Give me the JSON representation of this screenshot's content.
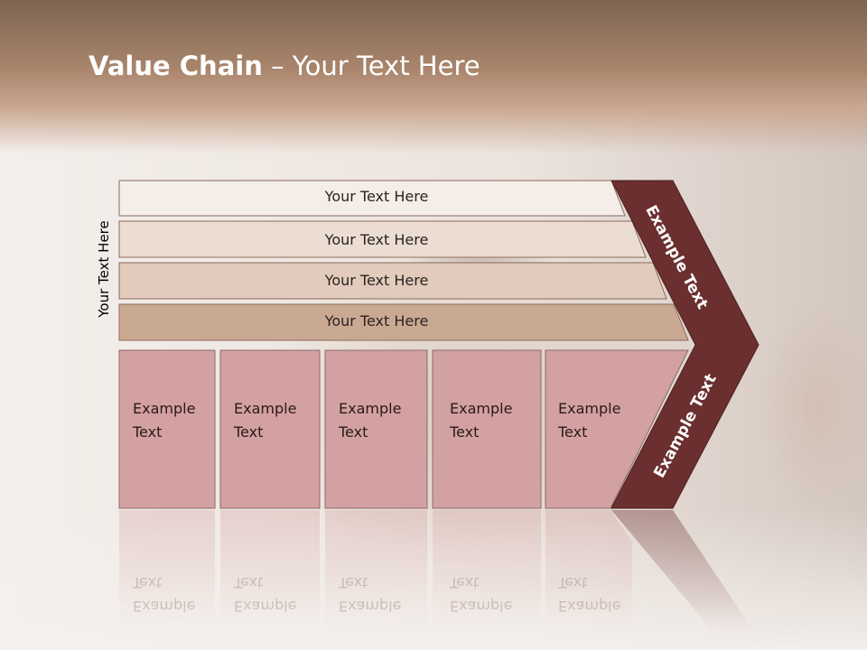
{
  "title": {
    "bold": "Value Chain",
    "rest": " – Your Text Here"
  },
  "side_label": "Your Text Here",
  "bars": [
    {
      "label": "Your Text Here",
      "fill": "#f4ede8"
    },
    {
      "label": "Your Text Here",
      "fill": "#ecddd3"
    },
    {
      "label": "Your Text Here",
      "fill": "#e2cbbd"
    },
    {
      "label": "Your Text Here",
      "fill": "#caa993"
    }
  ],
  "boxes": [
    {
      "line1": "Example",
      "line2": "Text"
    },
    {
      "line1": "Example",
      "line2": "Text"
    },
    {
      "line1": "Example",
      "line2": "Text"
    },
    {
      "line1": "Example",
      "line2": "Text"
    },
    {
      "line1": "Example",
      "line2": "Text"
    }
  ],
  "arrow_upper": "Example Text",
  "arrow_lower": "Example Text",
  "colors": {
    "box_fill": "#d3a1a1",
    "arrow_fill": "#6b2f2f"
  }
}
